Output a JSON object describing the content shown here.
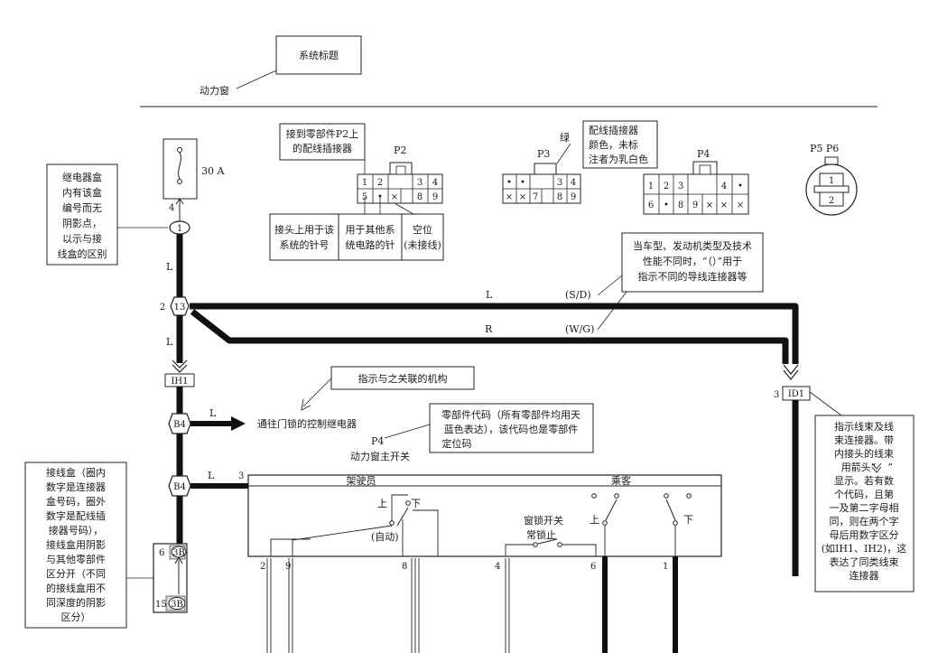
{
  "callouts": {
    "system_title": "系统标题",
    "system_name": "动力窗",
    "relay_box_note": [
      "继电器盒",
      "内有该盒",
      "编号而无",
      "阴影点，",
      "以示与接",
      "线盒的区别"
    ],
    "p2_note": [
      "接到零部件P2上",
      "的配线插接器"
    ],
    "pin_note_1": [
      "接头上用于该",
      "系统的针号"
    ],
    "pin_note_2": [
      "用于其他系",
      "统电路的针"
    ],
    "pin_note_3": [
      "空位",
      "(未接线)"
    ],
    "color_green": "绿",
    "color_note": [
      "配线插接器",
      "颜色，未标",
      "注者为乳白色"
    ],
    "variant_note": [
      "当车型、发动机类型及技术",
      "性能不同时，“（）”用于",
      "指示不同的导线连接器等"
    ],
    "mechanism_note": "指示与之关联的机构",
    "part_code_note": [
      "零部件代码（所有零部件均用天",
      "蓝色表达），该代码也是零部件",
      "定位码"
    ],
    "junction_note": [
      "接线盒（圈内",
      "数字是连接器",
      "盒号码，圈外",
      "数字是配线插",
      "接器号码），",
      "接线盒用阴影",
      "与其他零部件",
      "区分开（不同",
      "的接线盒用不",
      "同深度的阴影",
      "区分）"
    ],
    "harness_note": [
      "指示线束及线",
      "束连接器。带",
      "内接头的线束",
      "用箭头“",
      "”",
      "显示。若有数",
      "个代码，且第",
      "一及第二字母相",
      "同，则在两个字",
      "母后用数字区分",
      "(如IH1、IH2)，这",
      "表达了同类线束",
      "连接器"
    ]
  },
  "connectors": {
    "p2": {
      "name": "P2",
      "top": [
        "1",
        "2",
        "",
        "",
        "3",
        "4"
      ],
      "bottom": [
        "5",
        "•",
        "",
        "×",
        "8",
        "9"
      ]
    },
    "p3": {
      "name": "P3",
      "top": [
        "•",
        "•",
        "",
        "",
        "3",
        "4"
      ],
      "bottom": [
        "×",
        "×",
        "7",
        "",
        "8",
        "9"
      ]
    },
    "p4": {
      "name": "P4",
      "top": [
        "1",
        "2",
        "3",
        "",
        "4",
        "•"
      ],
      "bottom": [
        "6",
        "•",
        "8",
        "9",
        "×",
        "×",
        "×"
      ]
    },
    "p5p6": {
      "name": "P5 P6",
      "pins": [
        "1",
        "2"
      ]
    }
  },
  "fuse": {
    "rating": "30 A",
    "pin": "4"
  },
  "nodes": {
    "j1": "1",
    "j13": "13",
    "j13_pin": "2",
    "ih1": "IH1",
    "b4_upper": "B4",
    "b4_lower": "B4",
    "id1": "ID1",
    "id1_pin": "3",
    "jb_top": "3B",
    "jb_top_pin": "6",
    "jb_bottom": "3B",
    "jb_bottom_pin": "15"
  },
  "wires": {
    "l_vertical_1": "L",
    "l_vertical_2": "L",
    "upper_wire": "L",
    "lower_wire": "R",
    "upper_variant": "(S/D)",
    "lower_variant": "(W/G)",
    "door_lock_wire": "L",
    "switch_feed_wire": "L",
    "switch_feed_pin": "3"
  },
  "door_lock": "通往门锁的控制继电器",
  "switch": {
    "part_code": "P4",
    "name": "动力窗主开关",
    "driver": "架驶员",
    "passenger": "乘客",
    "up": "上",
    "down": "下",
    "auto": "(自动)",
    "lock_switch": [
      "窗锁开关",
      "常锁止"
    ],
    "passenger_up": "上",
    "passenger_down": "下",
    "pins": [
      "2",
      "9",
      "8",
      "4",
      "6",
      "1"
    ]
  }
}
